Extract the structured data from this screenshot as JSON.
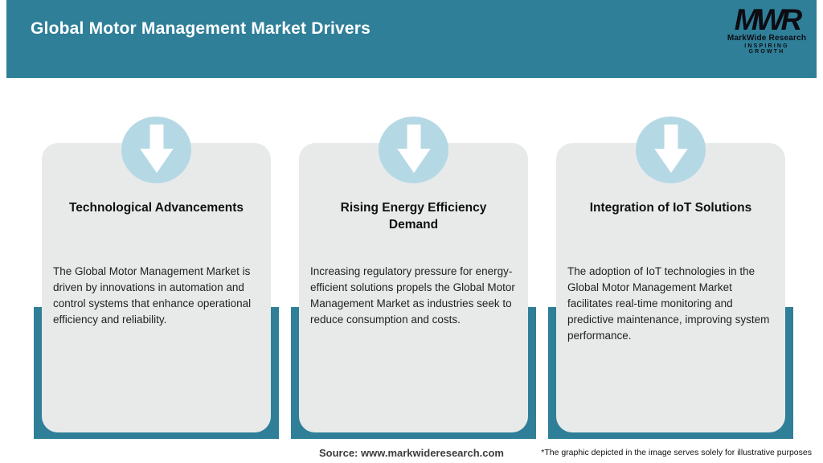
{
  "header": {
    "title": "Global Motor Management Market Drivers",
    "logo": {
      "monogram": "MWR",
      "name": "MarkWide Research",
      "tagline": "INSPIRING GROWTH"
    }
  },
  "cards": [
    {
      "title": "Technological Advancements",
      "body": "The Global Motor Management Market is driven by innovations in automation and control systems that enhance operational efficiency and reliability."
    },
    {
      "title": "Rising Energy Efficiency Demand",
      "body": "Increasing regulatory pressure for energy-efficient solutions propels the Global Motor Management Market as industries seek to reduce consumption and costs."
    },
    {
      "title": "Integration of IoT Solutions",
      "body": "The adoption of IoT technologies in the Global Motor Management Market facilitates real-time monitoring and predictive maintenance, improving system performance."
    }
  ],
  "footer": {
    "source": "Source: www.markwideresearch.com",
    "disclaimer": "*The graphic depicted in the image serves solely for illustrative purposes"
  },
  "colors": {
    "header_teal": "#2f7f98",
    "badge_light_blue": "#b5d8e5",
    "card_gray": "#e8eaea",
    "arrow_white": "#ffffff"
  }
}
